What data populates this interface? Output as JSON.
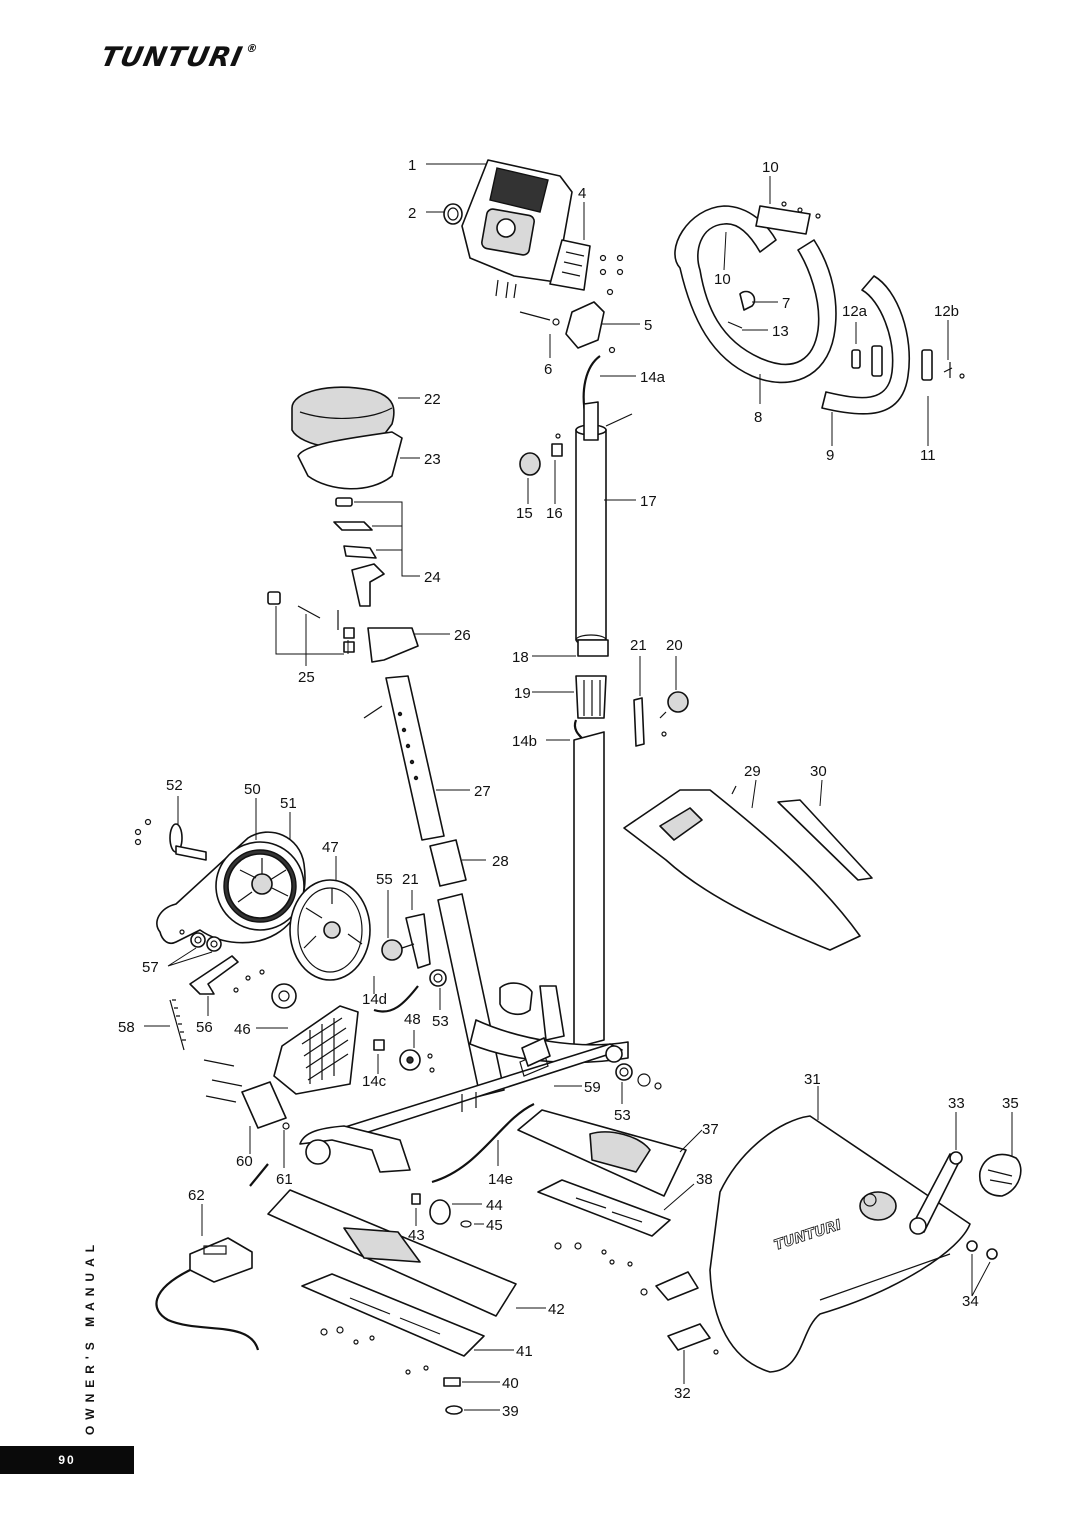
{
  "header": {
    "brand": "TUNTURI",
    "reg_mark": "®"
  },
  "footer": {
    "side_label": "OWNER'S MANUAL",
    "page_number": "90"
  },
  "diagram": {
    "callouts": {
      "c1": "1",
      "c2": "2",
      "c4": "4",
      "c5": "5",
      "c6": "6",
      "c7": "7",
      "c8": "8",
      "c9": "9",
      "c10a": "10",
      "c10b": "10",
      "c11": "11",
      "c12a": "12a",
      "c12b": "12b",
      "c13": "13",
      "c14a": "14a",
      "c14b": "14b",
      "c14c": "14c",
      "c14d": "14d",
      "c14e": "14e",
      "c15": "15",
      "c16": "16",
      "c17": "17",
      "c18": "18",
      "c19": "19",
      "c20": "20",
      "c21a": "21",
      "c21b": "21",
      "c22": "22",
      "c23": "23",
      "c24": "24",
      "c25": "25",
      "c26": "26",
      "c27": "27",
      "c28": "28",
      "c29": "29",
      "c30": "30",
      "c31": "31",
      "c32": "32",
      "c33": "33",
      "c34": "34",
      "c35": "35",
      "c37": "37",
      "c38": "38",
      "c39": "39",
      "c40": "40",
      "c41": "41",
      "c42": "42",
      "c43": "43",
      "c44": "44",
      "c45": "45",
      "c46": "46",
      "c47": "47",
      "c48": "48",
      "c50": "50",
      "c51": "51",
      "c52": "52",
      "c53a": "53",
      "c53b": "53",
      "c55": "55",
      "c56": "56",
      "c57": "57",
      "c58": "58",
      "c59": "59",
      "c60": "60",
      "c61": "61",
      "c62": "62"
    },
    "cover_logo_text": "TUNTURI"
  }
}
